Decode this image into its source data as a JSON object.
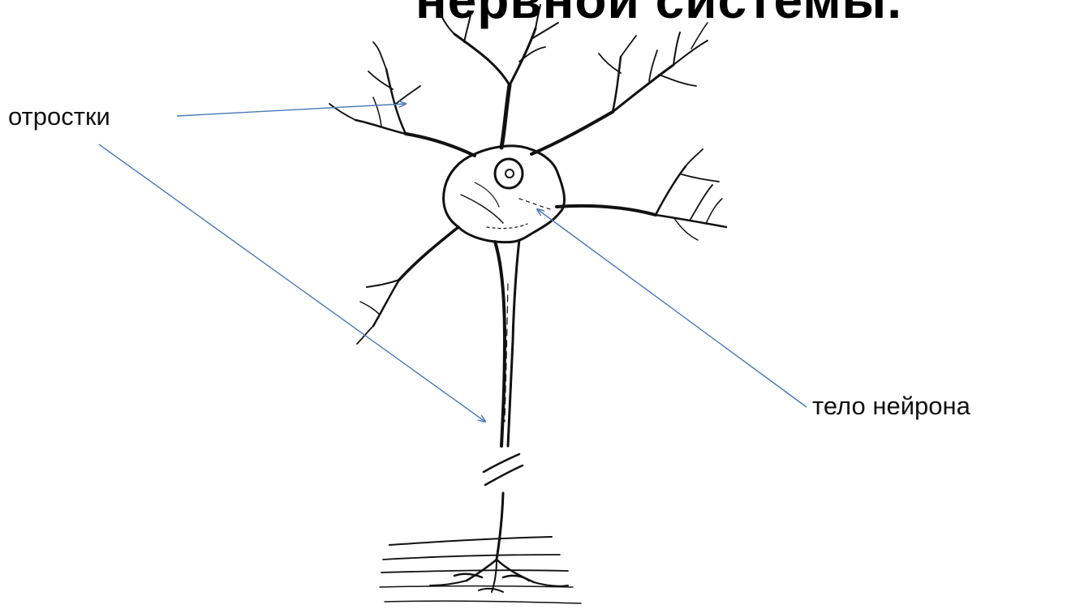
{
  "slide": {
    "title_fragment": "нервной системы.",
    "labels": {
      "processes": "отростки",
      "neuron_body": "тело нейрона"
    }
  },
  "colors": {
    "arrow": "#4a78b8",
    "drawing": "#111111",
    "background": "#ffffff"
  },
  "icons": [
    "neuron-drawing"
  ]
}
